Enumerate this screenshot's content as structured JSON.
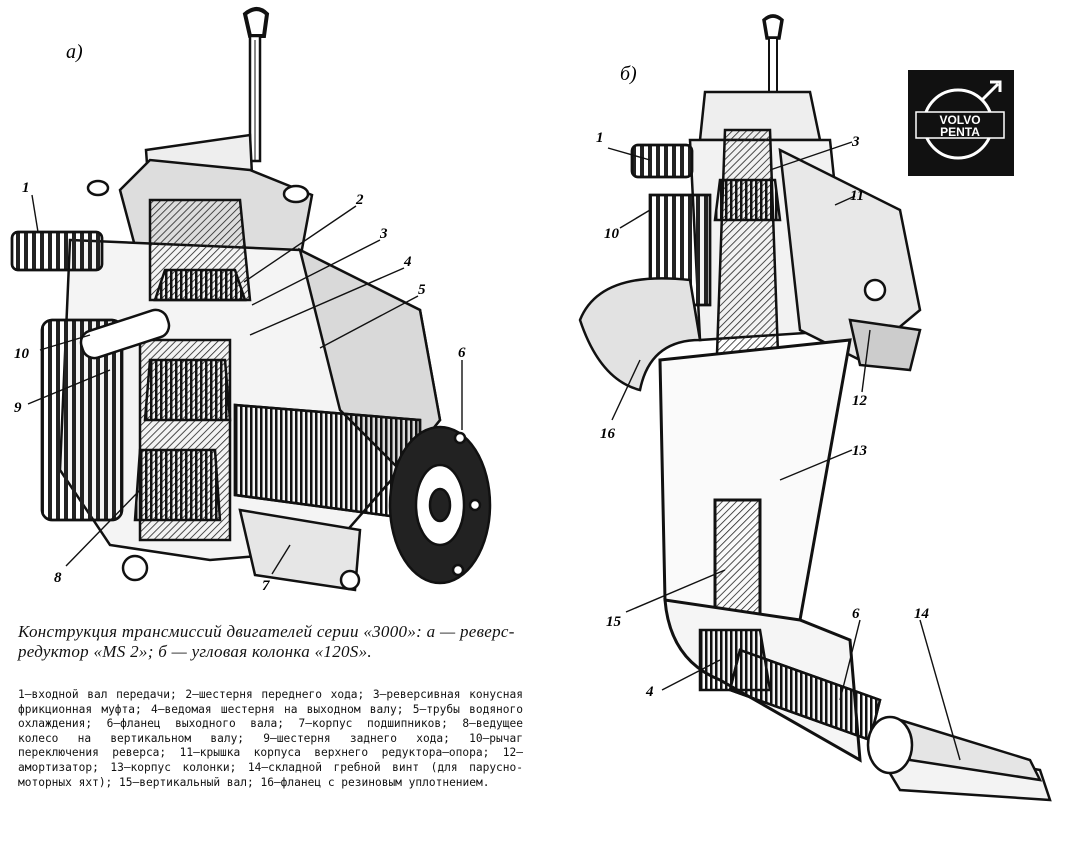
{
  "figure_a": {
    "label": "а)",
    "callouts": [
      "1",
      "2",
      "3",
      "4",
      "5",
      "6",
      "7",
      "8",
      "9",
      "10"
    ]
  },
  "figure_b": {
    "label": "б)",
    "callouts": [
      "1",
      "3",
      "11",
      "10",
      "16",
      "12",
      "13",
      "15",
      "6",
      "14",
      "4"
    ]
  },
  "logo": {
    "line1": "VOLVO",
    "line2": "PENTA",
    "colors": {
      "background": "#111111",
      "foreground": "#ffffff"
    }
  },
  "caption": {
    "title": "Конструкция трансмиссий двигателей серии «3000»: а — реверс-редуктор «MS 2»; б — угловая колонка «120S».",
    "legend": "1—входной вал передачи; 2—шестерня переднего хода; 3—реверсивная конусная фрикционная муфта; 4—ведомая шестерня на выходном валу; 5—трубы водяного охлаждения; 6—фланец выходного вала; 7—корпус подшипников; 8—ведущее колесо на вертикальном валу; 9—шестерня заднего хода; 10—рычаг переключения реверса; 11—крышка корпуса верхнего редуктора—опора; 12—амортизатор; 13—корпус колонки; 14—складной гребной винт (для парусно-моторных яхт); 15—вертикальный вал; 16—фланец с резиновым уплотнением."
  }
}
